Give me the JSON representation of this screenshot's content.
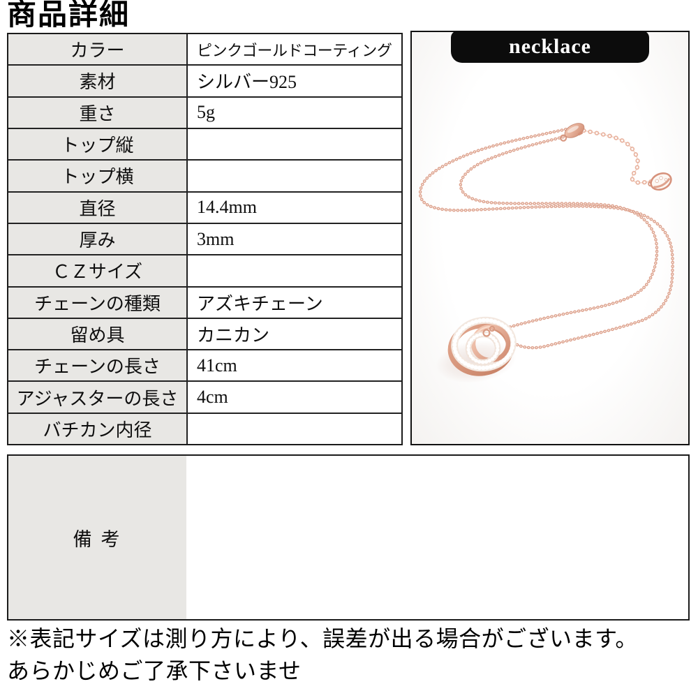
{
  "page": {
    "title": "商品詳細",
    "notes": [
      "※表記サイズは測り方により、誤差が出る場合がございます。",
      "あらかじめご了承下さいませ"
    ]
  },
  "spec_table": {
    "rows": [
      {
        "label": "カラー",
        "value": "ピンクゴールドコーティング"
      },
      {
        "label": "素材",
        "value": "シルバー925"
      },
      {
        "label": "重さ",
        "value": "5g"
      },
      {
        "label": "トップ縦",
        "value": ""
      },
      {
        "label": "トップ横",
        "value": ""
      },
      {
        "label": "直径",
        "value": "14.4mm"
      },
      {
        "label": "厚み",
        "value": "3mm"
      },
      {
        "label": "ＣＺサイズ",
        "value": ""
      },
      {
        "label": "チェーンの種類",
        "value": "アズキチェーン"
      },
      {
        "label": "留め具",
        "value": "カニカン"
      },
      {
        "label": "チェーンの長さ",
        "value": "41cm"
      },
      {
        "label": "アジャスターの長さ",
        "value": "4cm"
      },
      {
        "label": "バチカン内径",
        "value": ""
      }
    ]
  },
  "remarks": {
    "label": "備 考",
    "value": ""
  },
  "product_image": {
    "banner_label": "necklace",
    "subject": "rose-gold-double-circle-pendant-necklace"
  },
  "colors": {
    "table_label_bg": "#e8e7e4",
    "table_border": "#1b1b1b",
    "banner_bg": "#0c0c0c",
    "banner_text": "#ffffff",
    "rose_gold": "#dfa38e",
    "rose_gold_deep": "#ce8368",
    "crystal_white": "#f7f3f0"
  }
}
